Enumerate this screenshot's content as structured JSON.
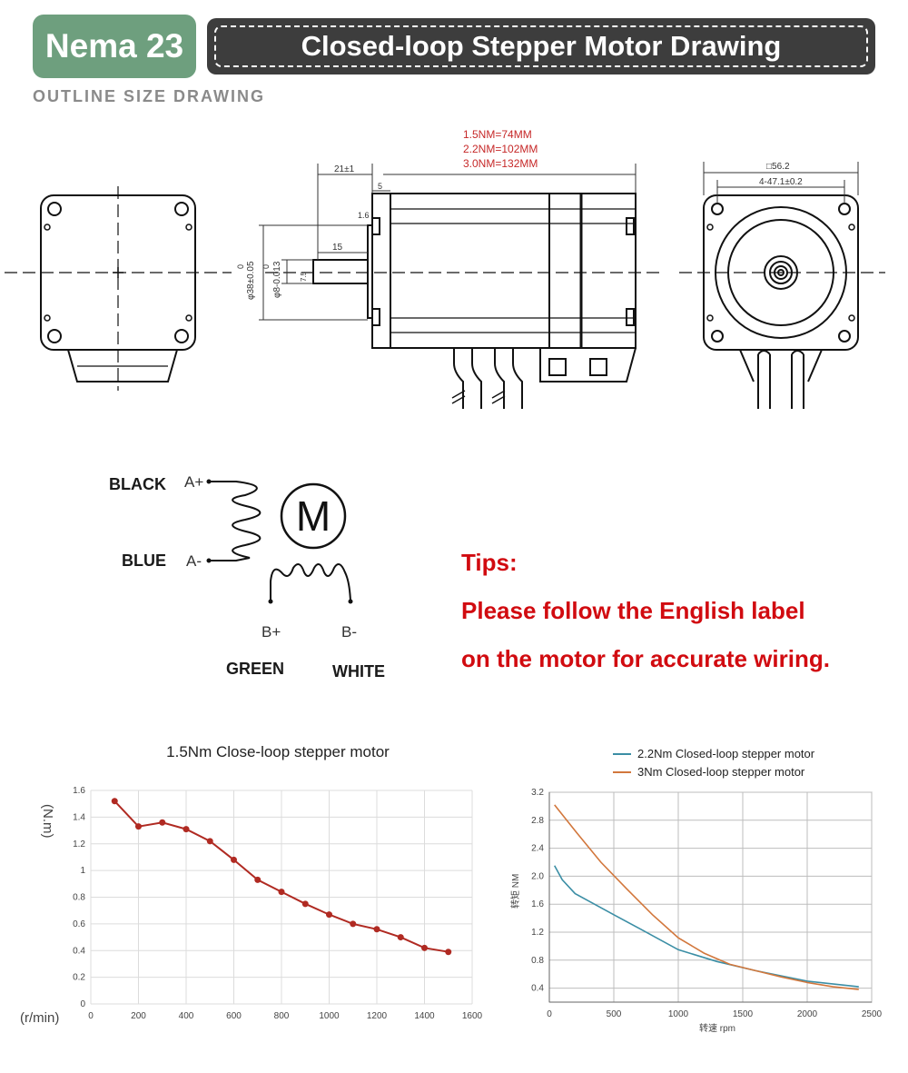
{
  "header": {
    "badge": "Nema 23",
    "title": "Closed-loop Stepper Motor Drawing",
    "subtitle": "OUTLINE SIZE DRAWING"
  },
  "drawing": {
    "length_notes": [
      "1.5NM=74MM",
      "2.2NM=102MM",
      "3.0NM=132MM"
    ],
    "dim_21": "21±1",
    "dim_5": "5",
    "dim_16": "1.6",
    "dim_15": "15",
    "dim_flat": "7.5",
    "dim_boss_top": "0",
    "dim_boss": "φ38±0.05",
    "dim_shaft_top": "0",
    "dim_shaft": "φ8-0.013",
    "dim_square": "□56.2",
    "dim_holes": "4-47.1±0.2"
  },
  "wiring": {
    "black": "BLACK",
    "blue": "BLUE",
    "green": "GREEN",
    "white": "WHITE",
    "a_plus": "A+",
    "a_minus": "A-",
    "b_plus": "B+",
    "b_minus": "B-",
    "motor_symbol": "M"
  },
  "tips": {
    "heading": "Tips:",
    "line1": "Please follow the English label",
    "line2": "on the motor for accurate wiring."
  },
  "chart_data": [
    {
      "type": "line",
      "title": "1.5Nm Close-loop stepper motor",
      "xlabel": "(r/min)",
      "ylabel": "(N.m)",
      "xlim": [
        0,
        1600
      ],
      "ylim": [
        0,
        1.6
      ],
      "xticks": [
        0,
        200,
        400,
        600,
        800,
        1000,
        1200,
        1400,
        1600
      ],
      "yticks": [
        0,
        0.2,
        0.4,
        0.6,
        0.8,
        1,
        1.2,
        1.4,
        1.6
      ],
      "grid": true,
      "color": "#b02a22",
      "series": [
        {
          "x": [
            100,
            200,
            300,
            400,
            500,
            600,
            700,
            800,
            900,
            1000,
            1100,
            1200,
            1300,
            1400,
            1500
          ],
          "y": [
            1.52,
            1.33,
            1.36,
            1.31,
            1.22,
            1.08,
            0.93,
            0.84,
            0.75,
            0.67,
            0.6,
            0.56,
            0.5,
            0.42,
            0.39
          ]
        }
      ]
    },
    {
      "type": "line",
      "xlabel": "转速 rpm",
      "ylabel": "转矩 NM",
      "xlim": [
        0,
        2500
      ],
      "ylim": [
        0.2,
        3.2
      ],
      "xticks": [
        0,
        500,
        1000,
        1500,
        2000,
        2500
      ],
      "yticks": [
        0.4,
        0.8,
        1.2,
        1.6,
        2.0,
        2.4,
        2.8,
        3.2
      ],
      "grid": true,
      "legend": "top-left",
      "series": [
        {
          "name": "2.2Nm Closed-loop stepper motor",
          "color": "#3b8ea5",
          "x": [
            40,
            100,
            200,
            300,
            500,
            700,
            1000,
            1300,
            1600,
            2000,
            2400
          ],
          "y": [
            2.15,
            1.95,
            1.75,
            1.65,
            1.45,
            1.25,
            0.95,
            0.78,
            0.65,
            0.5,
            0.42
          ]
        },
        {
          "name": "3Nm Closed-loop stepper motor",
          "color": "#d2773c",
          "x": [
            40,
            200,
            400,
            600,
            800,
            1000,
            1200,
            1400,
            1600,
            1800,
            2000,
            2200,
            2400
          ],
          "y": [
            3.02,
            2.65,
            2.2,
            1.82,
            1.45,
            1.12,
            0.9,
            0.74,
            0.65,
            0.56,
            0.48,
            0.42,
            0.38
          ]
        }
      ]
    }
  ]
}
